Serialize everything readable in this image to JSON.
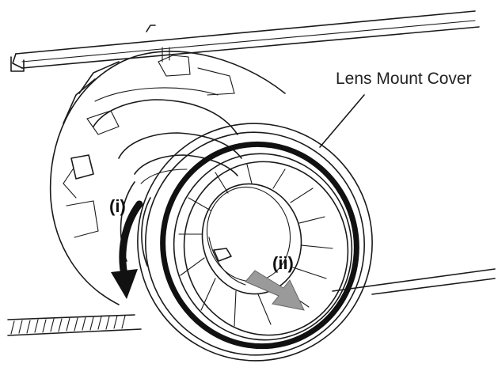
{
  "labels": {
    "lens_mount_cover": "Lens Mount Cover",
    "step_i": "(i)",
    "step_ii": "(ii)"
  },
  "colors": {
    "ink": "#1a1a1a",
    "arrow_fill": "#9a9a9a",
    "background": "#ffffff"
  }
}
